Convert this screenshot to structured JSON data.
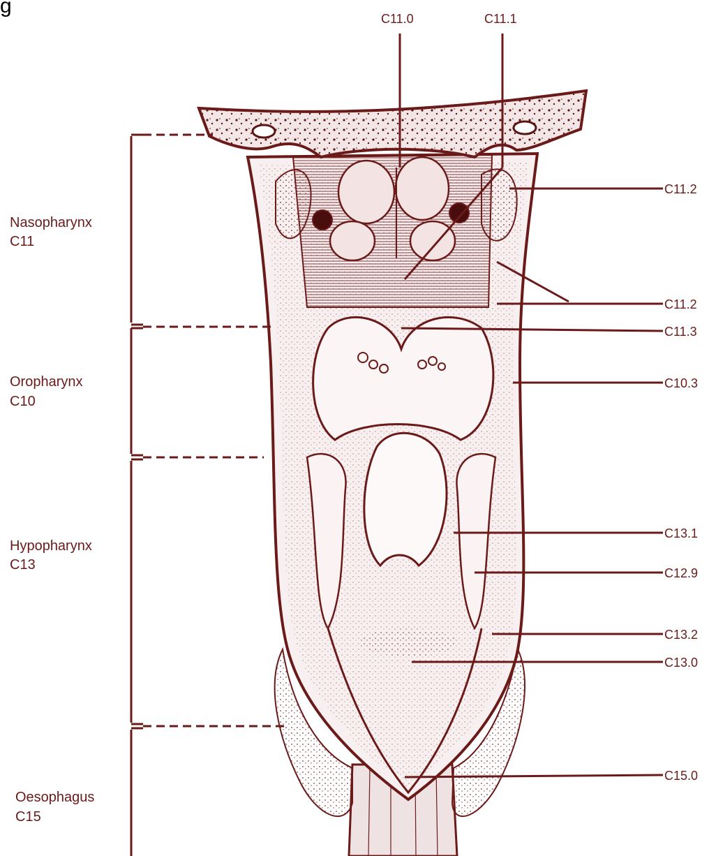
{
  "partial_heading": "g",
  "regions": [
    {
      "name": "Nasopharynx",
      "code": "C11"
    },
    {
      "name": "Oropharynx",
      "code": "C10"
    },
    {
      "name": "Hypopharynx",
      "code": "C13"
    },
    {
      "name": "Oesophagus",
      "code": "C15"
    }
  ],
  "callouts": {
    "c11_0": "C11.0",
    "c11_1": "C11.1",
    "c11_2_upper": "C11.2",
    "c11_2_lower": "C11.2",
    "c11_3": "C11.3",
    "c10_3": "C10.3",
    "c13_1": "C13.1",
    "c12_9": "C12.9",
    "c13_2": "C13.2",
    "c13_0": "C13.0",
    "c15_0": "C15.0"
  },
  "colors": {
    "ink": "#6b1a1a",
    "fill": "#f7eeee",
    "shade": "#c9a5a5"
  }
}
